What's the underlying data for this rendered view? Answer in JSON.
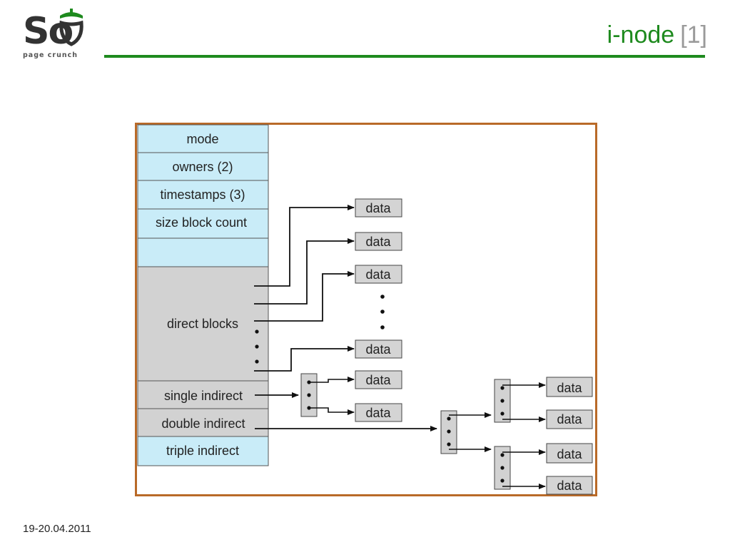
{
  "header": {
    "logo_letters": "So",
    "logo_tagline": "page crunch",
    "title": "i-node",
    "title_part": "[1]"
  },
  "footer": {
    "date": "19-20.04.2011"
  },
  "inode": {
    "cells": {
      "mode": "mode",
      "owners": "owners (2)",
      "timestamps": "timestamps (3)",
      "size": "size block count",
      "direct": "direct blocks",
      "single": "single indirect",
      "double": "double indirect",
      "triple": "triple indirect"
    },
    "data_label": "data"
  },
  "colors": {
    "accent_green": "#1e8a1e",
    "frame_border": "#b96a28",
    "cell_blue": "#c9ecf8",
    "cell_gray": "#d2d2d2",
    "data_box": "#d4d4d4"
  }
}
